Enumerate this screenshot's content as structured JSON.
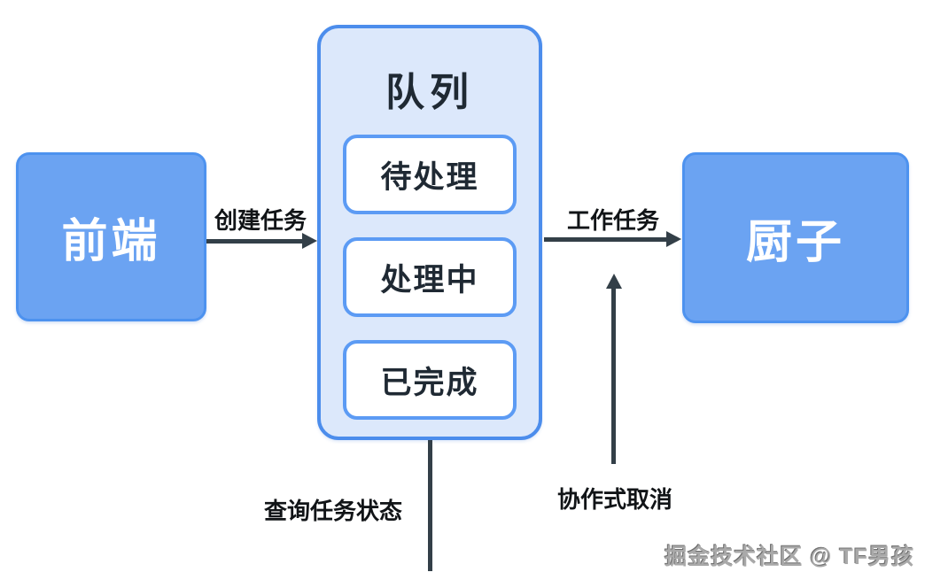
{
  "diagram": {
    "title_hint": "task queue flow diagram",
    "nodes": {
      "frontend": {
        "label": "前端"
      },
      "queue": {
        "title": "队列",
        "states": [
          {
            "label": "待处理"
          },
          {
            "label": "处理中"
          },
          {
            "label": "已完成"
          }
        ]
      },
      "chef": {
        "label": "厨子"
      }
    },
    "edges": {
      "create_task": {
        "label": "创建任务",
        "from": "frontend",
        "to": "queue",
        "direction": "right"
      },
      "work_task": {
        "label": "工作任务",
        "from": "queue",
        "to": "chef",
        "direction": "right"
      },
      "query_status": {
        "label": "查询任务状态",
        "from": "queue-bottom",
        "direction": "down"
      },
      "cooperative_cancel": {
        "label": "协作式取消",
        "to": "work_task-line",
        "direction": "up"
      }
    },
    "watermark": "掘金技术社区 @ TF男孩",
    "colors": {
      "background": "#FFFFFF",
      "node_fill": "#6BA3F2",
      "node_border": "#4D92EF",
      "node_text": "#FFFFFF",
      "queue_fill": "#DCE8FB",
      "queue_border": "#4C8DEC",
      "state_fill": "#FFFFFF",
      "state_border": "#5C9BF4",
      "dark_text": "#1F2933",
      "arrow": "#333F48",
      "watermark_gray": "#A9A9A9"
    }
  }
}
